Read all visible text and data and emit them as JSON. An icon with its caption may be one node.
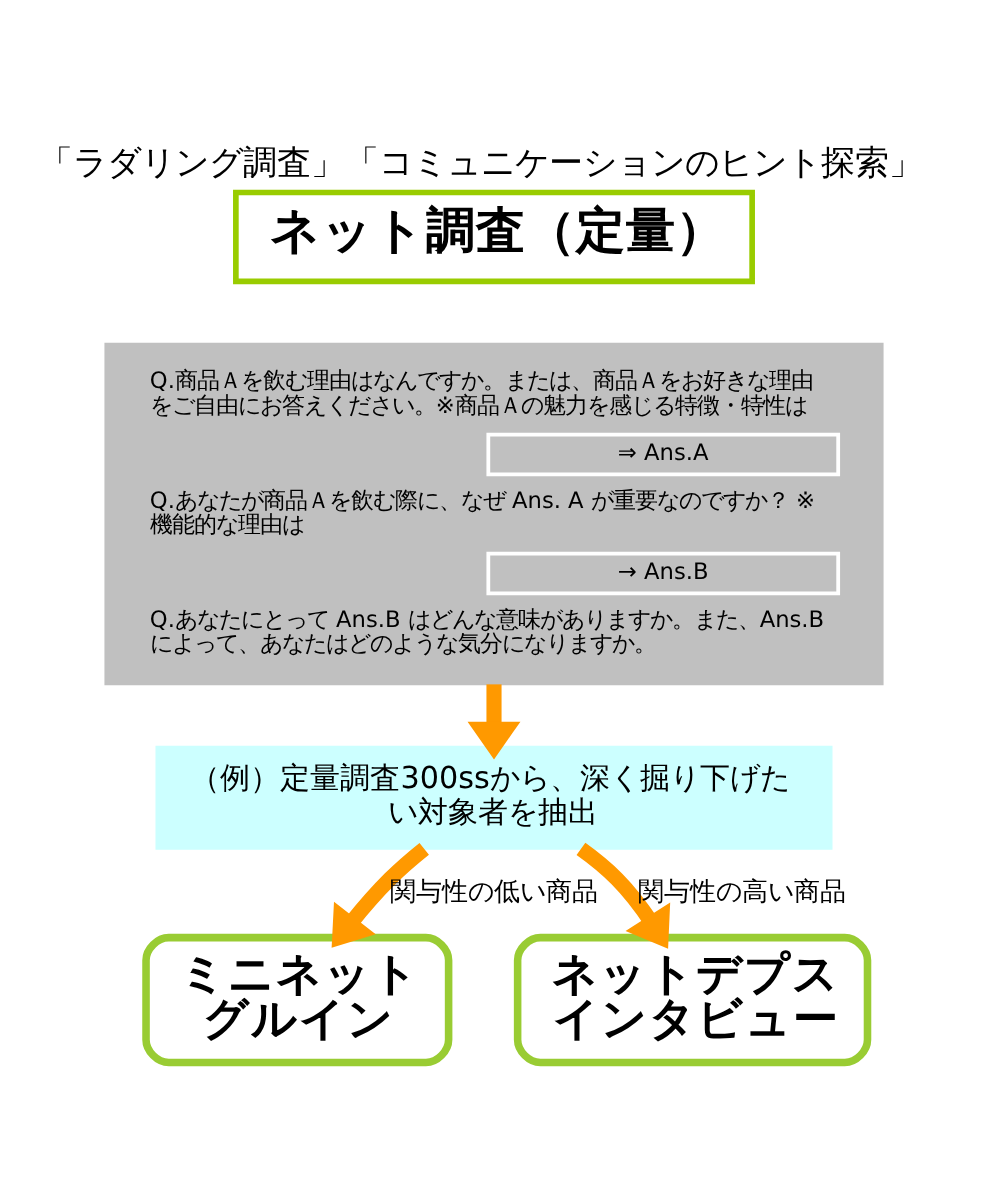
{
  "diagram": {
    "title": "「ラダリング調査」「コミュニケーションのヒント探索」",
    "nodes": [
      {
        "text": [
          "ネット調査（定量）"
        ]
      },
      {
        "text": [
          "Q.商品Ａを飲む理由はなんですか。または、商品Ａをお好きな理由をご自由にお答えください。※商品Ａの魅力を感じる特徴・特性は",
          "⇒ Ans.A",
          "Q.あなたが商品Ａを飲む際に、なぜ Ans. A が重要なのですか？ ※機能的な理由は",
          "→ Ans.B",
          "Q.あなたにとって Ans.B はどんな意味がありますか。また、Ans.B によって、あなたはどのような気分になりますか。"
        ]
      },
      {
        "text": [
          "（例）定量調査300ssから、深く掘り下げたい対象者を抽出"
        ]
      },
      {
        "text": [
          "ミニネットグルイン"
        ]
      },
      {
        "text": [
          "ネットデプスインタビュー"
        ]
      }
    ],
    "edges": [
      {
        "from": 1,
        "to": 2,
        "arrow": "to"
      },
      {
        "from": 2,
        "to": 3,
        "arrow": "to",
        "label": "関与性の低い商品"
      },
      {
        "from": 2,
        "to": 4,
        "arrow": "to",
        "label": "関与性の高い商品"
      }
    ]
  }
}
